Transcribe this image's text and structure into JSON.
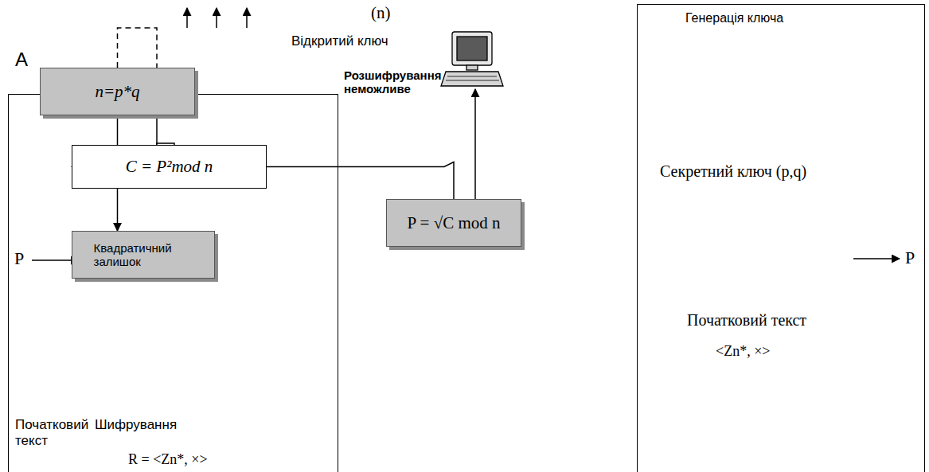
{
  "diagram": {
    "nodes": [
      {
        "text": [
          "A",
          "Початковий текст",
          "Шифрування",
          "R = <Zn*, ×>"
        ]
      },
      {
        "text": [
          "C = P²mod n"
        ],
        "in": 0
      },
      {
        "text": [
          "Генерація ключа",
          "Секретний ключ (p,q)",
          "Початковий текст",
          "<Zn*, ×>"
        ]
      },
      {
        "text": [
          "n=p*q"
        ],
        "in": 2
      },
      {
        "text": [
          "Квадратичний залишок"
        ],
        "in": 2
      },
      {
        "text": [
          "P = √C mod n"
        ]
      }
    ],
    "edges": [
      {
        "from": 3,
        "to": 0,
        "arrow": "to"
      },
      {
        "from": 1,
        "to": 4,
        "arrow": "to"
      },
      {
        "from": 1,
        "to": 5,
        "arrow": "to"
      },
      {
        "from": 3,
        "to": 4,
        "arrow": "to"
      }
    ],
    "labels": [
      "(n)",
      "Відкритий ключ",
      "Розшифрування неможливе",
      "P",
      "P"
    ]
  }
}
